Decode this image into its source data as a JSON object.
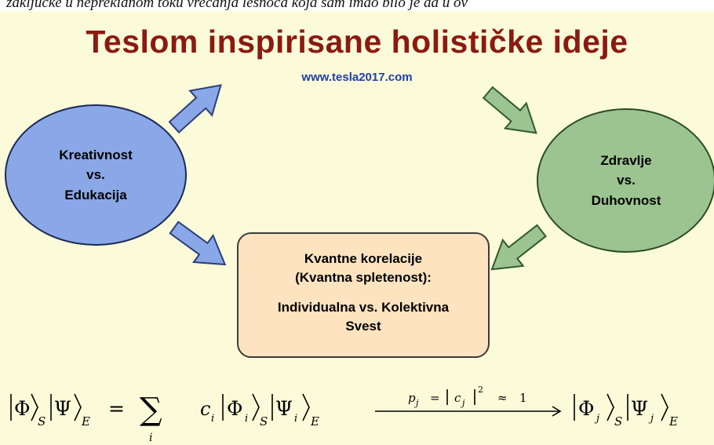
{
  "header_snippet": "zaključke u neprekidnom toku vrećanja lešnoca koja sam imao bilo je da u ov",
  "title": "Teslom inspirisane holističke ideje",
  "url": "www.tesla2017.com",
  "left_node": {
    "line1": "Kreativnost",
    "line2": "vs.",
    "line3": "Edukacija"
  },
  "right_node": {
    "line1": "Zdravlje",
    "line2": "vs.",
    "line3": "Duhovnost"
  },
  "center_node": {
    "line1": "Kvantne korelacije",
    "line2": "(Kvantna spletenost):",
    "line3": "Individualna vs. Kolektivna",
    "line4": "Svest"
  },
  "formula": {
    "phi": "Φ",
    "psi": "Ψ",
    "sub_s": "S",
    "sub_e": "E",
    "equals": "=",
    "sum": "∑",
    "sum_index": "i",
    "coef": "c",
    "idx_i": "i",
    "idx_j": "j",
    "cond_p": "p",
    "cond_eq": "=",
    "cond_c": "c",
    "cond_sq": "2",
    "cond_approx": "≈",
    "cond_one": "1"
  },
  "colors": {
    "background": "#fcfbd9",
    "title": "#8b1a10",
    "url": "#1f3fa8",
    "blue_fill": "#8aa8e8",
    "green_fill": "#9bc491",
    "box_fill": "#fde3bf"
  }
}
